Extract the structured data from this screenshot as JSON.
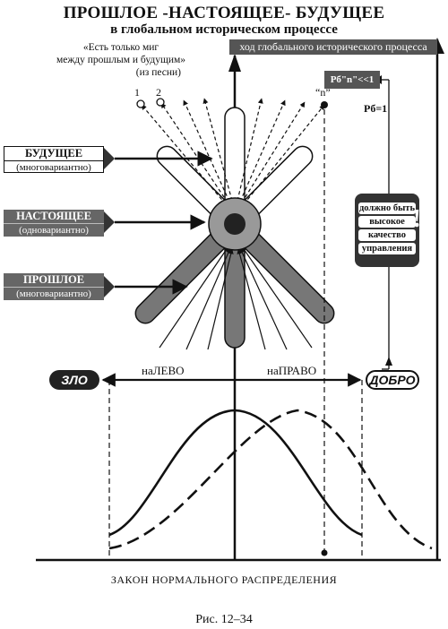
{
  "title_main": "ПРОШЛОЕ -НАСТОЯЩЕЕ- БУДУЩЕЕ",
  "title_sub": "в глобальном историческом процессе",
  "quote_line1": "«Есть только миг",
  "quote_line2": "между прошлым и будущим»",
  "quote_source": "(из песни)",
  "axis_banner": "ход глобального исторического процесса",
  "marker_1": "1",
  "marker_2": "2",
  "marker_n": "“n”",
  "pb_box": "Pб\"n\"<<1",
  "pb_one": "Pб=1",
  "control": {
    "line1": "должно быть",
    "line2": "высокое",
    "line3": "качество",
    "line4": "управления"
  },
  "future": {
    "name": "БУДУЩЕЕ",
    "sub": "(многовариантно)"
  },
  "present": {
    "name": "НАСТОЯЩЕЕ",
    "sub": "(одновариантно)"
  },
  "past": {
    "name": "ПРОШЛОЕ",
    "sub": "(многовариантно)"
  },
  "left_word": "наЛЕВО",
  "right_word": "наПРАВО",
  "evil": "ЗЛО",
  "good": "ДОБРО",
  "law_caption": "ЗАКОН НОРМАЛЬНОГО РАСПРЕДЕЛЕНИЯ",
  "figure_caption": "Рис. 12–34"
}
